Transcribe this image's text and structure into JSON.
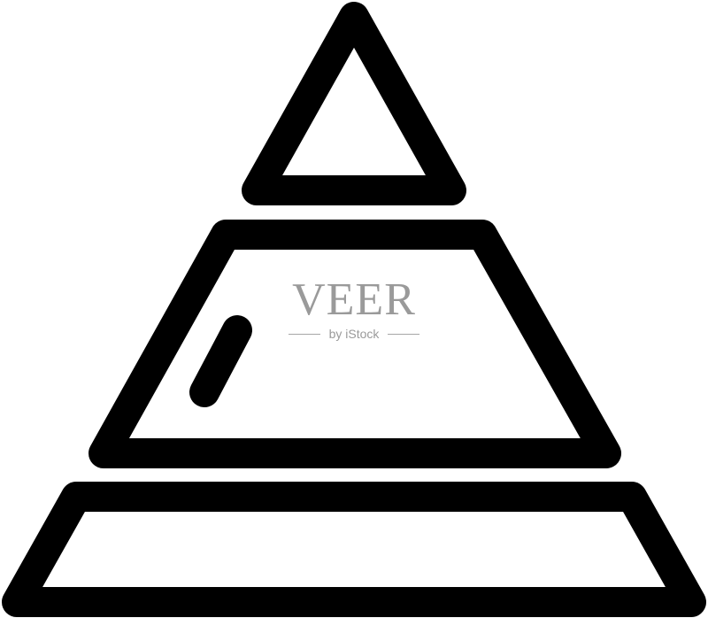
{
  "icon": {
    "name": "pyramid-chart-icon",
    "stroke_color": "#000000",
    "background_color": "#ffffff",
    "tiers": 3
  },
  "watermark": {
    "brand": "VEER",
    "subtitle": "by iStock",
    "color": "#9a9a9a"
  }
}
